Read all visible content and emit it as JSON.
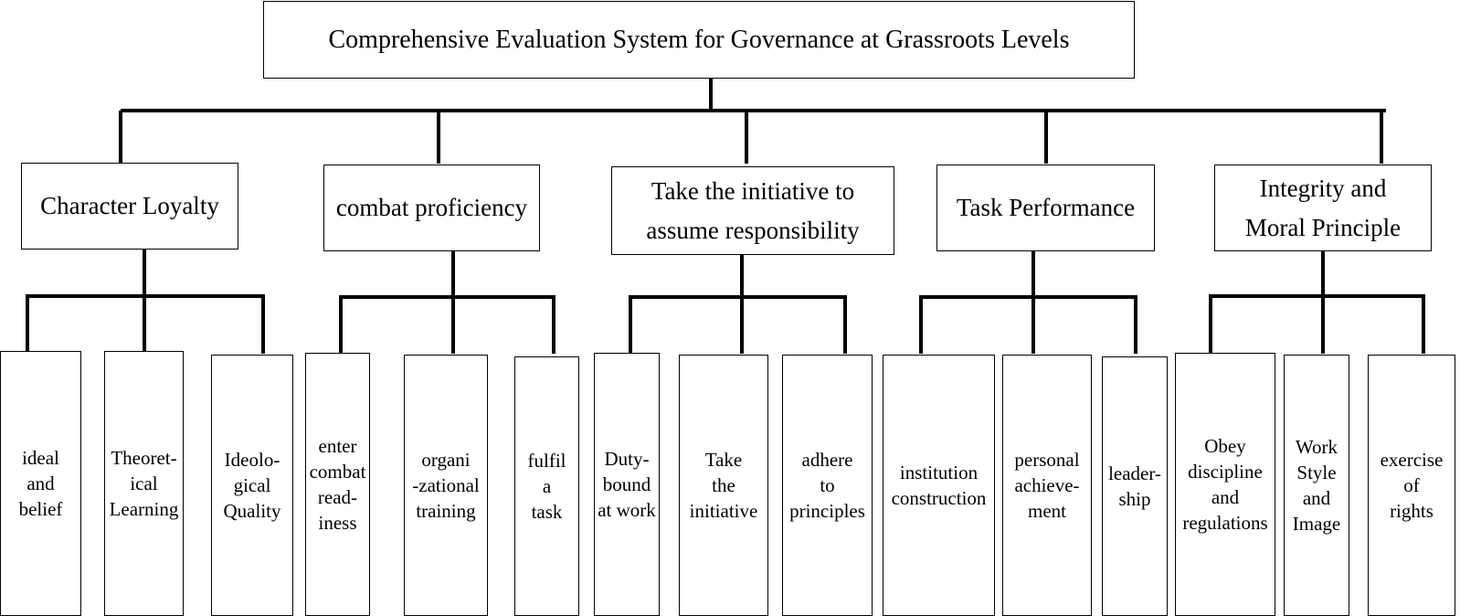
{
  "root": {
    "label": "Comprehensive Evaluation System for Governance at Grassroots Levels"
  },
  "dimensions": [
    {
      "label": "Character Loyalty",
      "indicators": [
        "ideal\nand\nbelief",
        "Theoret-\nical\nLearning",
        "Ideolo-\ngical\nQuality"
      ]
    },
    {
      "label": "combat proficiency",
      "indicators": [
        "enter\ncombat\nread-\niness",
        "organi\n-zational\ntraining",
        "fulfil\na\ntask"
      ]
    },
    {
      "label": "Take the initiative to\nassume responsibility",
      "indicators": [
        "Duty-\nbound\nat work",
        "Take\nthe\ninitiative",
        "adhere\nto\nprinciples"
      ]
    },
    {
      "label": "Task Performance",
      "indicators": [
        "institution\nconstruction",
        "personal\nachieve-\nment",
        "leader-\nship"
      ]
    },
    {
      "label": "Integrity and\nMoral Principle",
      "indicators": [
        "Obey\ndiscipline\nand\nregulations",
        "Work\nStyle\nand\nImage",
        "exercise\nof\nrights"
      ]
    }
  ]
}
